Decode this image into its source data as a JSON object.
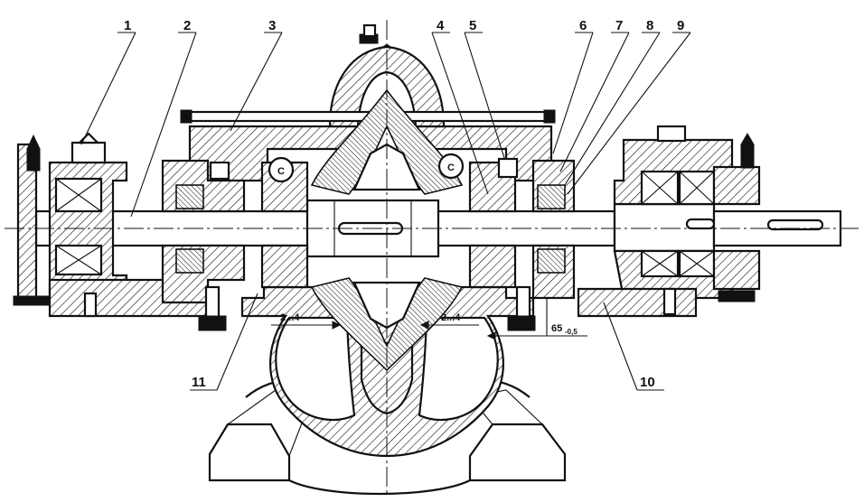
{
  "part_labels": [
    "1",
    "2",
    "3",
    "4",
    "5",
    "6",
    "7",
    "8",
    "9",
    "10",
    "11"
  ],
  "dimensions": {
    "clearance_left": "2...4",
    "clearance_right": "2...4",
    "seal_length_value": "65",
    "seal_length_tolerance": "-0,5"
  },
  "chamber_marks": [
    "C",
    "C"
  ]
}
